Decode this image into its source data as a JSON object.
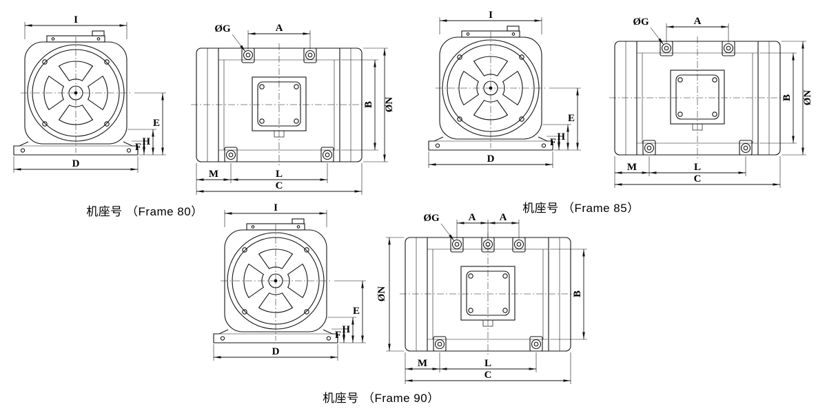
{
  "page": {
    "background": "#ffffff",
    "line_color": "#111111"
  },
  "frames": [
    {
      "caption": "机座号 （Frame 80）",
      "front": {
        "i": "I",
        "d": "D",
        "f": "F",
        "h": "H",
        "e": "E"
      },
      "side": {
        "g": "ØG",
        "a": "A",
        "b": "B",
        "n": "ØN",
        "m": "M",
        "l": "L",
        "c": "C"
      }
    },
    {
      "caption": "机座号 （Frame 85）",
      "front": {
        "i": "I",
        "d": "D",
        "f": "F",
        "h": "H",
        "e": "E"
      },
      "side": {
        "g": "ØG",
        "a": "A",
        "b": "B",
        "n": "ØN",
        "m": "M",
        "l": "L",
        "c": "C"
      }
    },
    {
      "caption": "机座号 （Frame 90）",
      "front": {
        "i": "I",
        "d": "D",
        "f": "F",
        "h": "H",
        "e": "E"
      },
      "side": {
        "g": "ØG",
        "a1": "A",
        "a2": "A",
        "b": "B",
        "n": "ØN",
        "m": "M",
        "l": "L",
        "c": "C"
      }
    }
  ]
}
